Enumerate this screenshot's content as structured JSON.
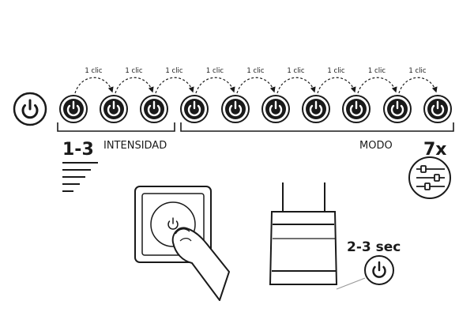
{
  "click_label": "1 clic",
  "intensity": {
    "label": "INTENSIDAD",
    "range": "1-3"
  },
  "mode": {
    "label": "MODO",
    "count": "7x"
  },
  "hold": {
    "label": "2-3 sec"
  },
  "icons": {
    "power": "power-icon",
    "levels": "intensity-levels-icon",
    "settings": "settings-sliders-icon",
    "hand": "finger-press-illustration",
    "device": "device-illustration"
  },
  "colors": {
    "ink": "#1a1a1a",
    "background": "#ffffff",
    "grey": "#999999"
  }
}
